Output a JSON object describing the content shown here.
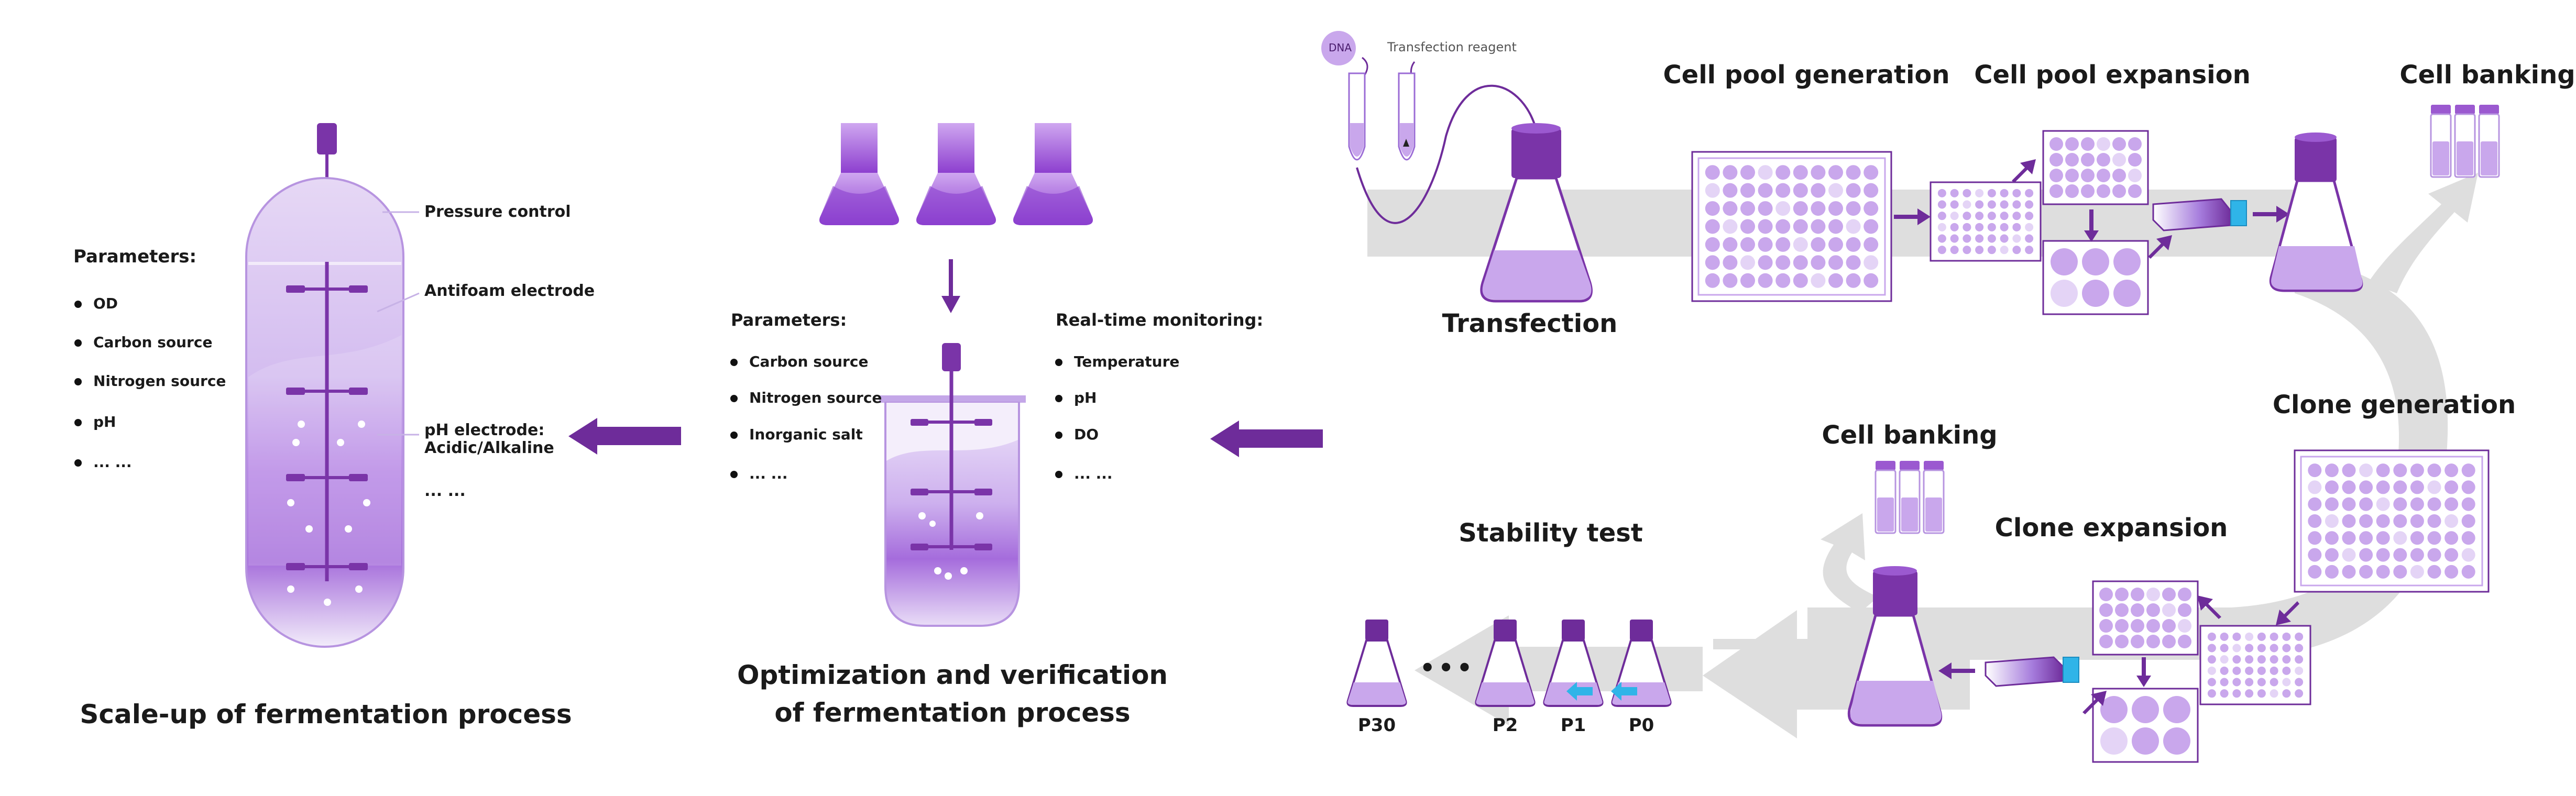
{
  "colors": {
    "purple_dark": "#6e2c9a",
    "purple_mid": "#9b59d0",
    "purple_light": "#c9a7ec",
    "purple_pale": "#e4d4f6",
    "grey_arrow": "#dedede",
    "cyan": "#2fb4e8"
  },
  "scaleup": {
    "title": "Scale-up of fermentation process",
    "params_title": "Parameters:",
    "params": [
      "OD",
      "Carbon source",
      "Nitrogen source",
      "pH",
      "... ..."
    ],
    "labels": {
      "pressure": "Pressure control",
      "antifoam": "Antifoam electrode",
      "ph_line1": "pH electrode:",
      "ph_line2": "Acidic/Alkaline",
      "more": "... ..."
    }
  },
  "optimization": {
    "title_line1": "Optimization and verification",
    "title_line2": "of fermentation process",
    "params_title": "Parameters:",
    "params": [
      "Carbon source",
      "Nitrogen source",
      "Inorganic salt",
      "... ..."
    ],
    "monitor_title": "Real-time monitoring:",
    "monitor": [
      "Temperature",
      "pH",
      "DO",
      "... ..."
    ]
  },
  "cell_line": {
    "dna": "DNA",
    "reagent": "Transfection reagent",
    "transfection": "Transfection",
    "pool_generation": "Cell pool generation",
    "pool_expansion": "Cell pool expansion",
    "banking_top": "Cell banking",
    "clone_generation": "Clone generation",
    "clone_expansion": "Clone expansion",
    "banking_bottom": "Cell banking",
    "stability": "Stability test",
    "passages": [
      "P30",
      "P2",
      "P1",
      "P0"
    ],
    "ellipsis": "•••"
  }
}
